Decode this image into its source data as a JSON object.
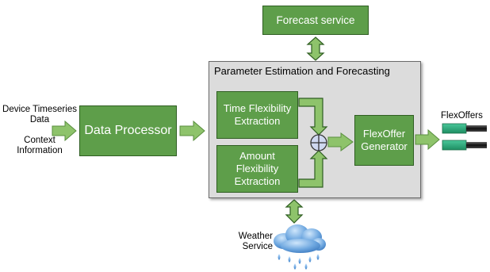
{
  "forecast_service": "Forecast service",
  "container_title": "Parameter Estimation and Forecasting",
  "time_flex": [
    "Time Flexibility",
    "Extraction"
  ],
  "amount_flex": [
    "Amount",
    "Flexibility",
    "Extraction"
  ],
  "flexoffer_gen": [
    "FlexOffer",
    "Generator"
  ],
  "data_processor": "Data Processor",
  "inputs": {
    "device_timeseries": [
      "Device Timeseries",
      "Data"
    ],
    "context": [
      "Context",
      "Information"
    ]
  },
  "flexoffers_label": "FlexOffers",
  "weather_service": [
    "Weather",
    "Service"
  ],
  "colors": {
    "box_fill": "#5e9e4a",
    "box_border": "#2f5e22",
    "arrow_fill": "#8ec36b",
    "container_fill": "#dcdcdc"
  }
}
